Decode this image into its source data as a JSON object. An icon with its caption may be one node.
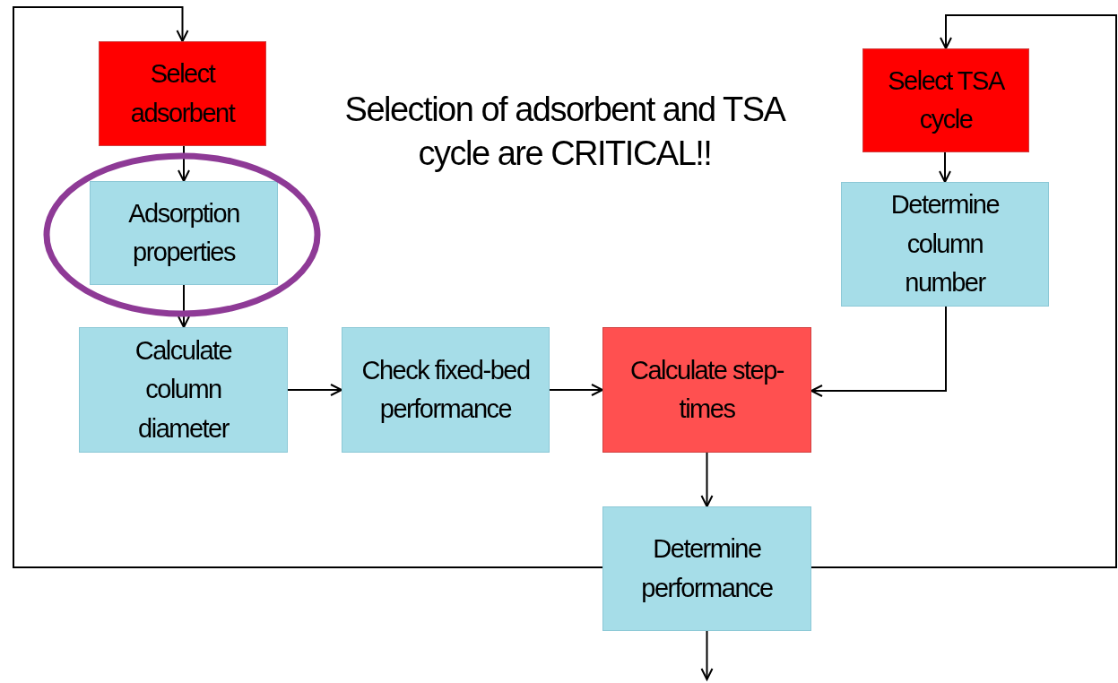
{
  "diagram": {
    "title": "Selection of adsorbent and TSA cycle are CRITICAL!!",
    "nodes": [
      {
        "text": [
          "Select adsorbent"
        ]
      },
      {
        "text": [
          "Adsorption properties"
        ]
      },
      {
        "text": [
          "Calculate column diameter"
        ]
      },
      {
        "text": [
          "Check fixed-bed performance"
        ]
      },
      {
        "text": [
          "Calculate step-times"
        ]
      },
      {
        "text": [
          "Select TSA cycle"
        ]
      },
      {
        "text": [
          "Determine column number"
        ]
      },
      {
        "text": [
          "Determine performance"
        ]
      }
    ],
    "edges": [
      {
        "from": 0,
        "to": 1,
        "arrow": "to"
      },
      {
        "from": 1,
        "to": 2,
        "arrow": "to"
      },
      {
        "from": 2,
        "to": 3,
        "arrow": "to"
      },
      {
        "from": 3,
        "to": 4,
        "arrow": "to"
      },
      {
        "from": 5,
        "to": 6,
        "arrow": "to"
      },
      {
        "from": 6,
        "to": 4,
        "arrow": "to"
      },
      {
        "from": 4,
        "to": 7,
        "arrow": "to"
      },
      {
        "from": 7,
        "to": null,
        "arrow": "to"
      },
      {
        "from": 7,
        "to": 0,
        "arrow": "to"
      },
      {
        "from": 7,
        "to": 5,
        "arrow": "to"
      }
    ]
  }
}
